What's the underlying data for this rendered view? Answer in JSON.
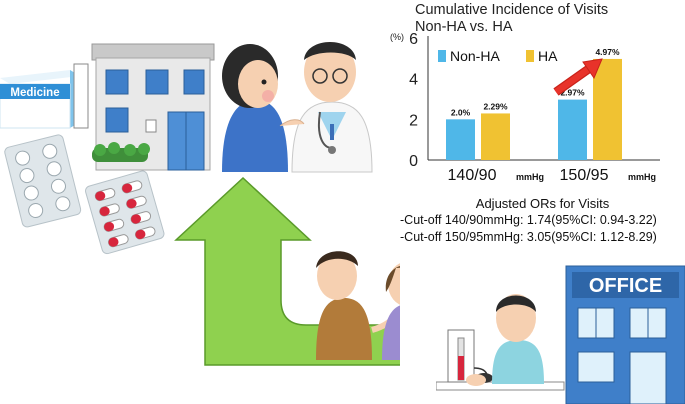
{
  "figure": {
    "medicine_box_label": "Medicine",
    "office_sign_label": "OFFICE",
    "colors": {
      "non_ha_bar": "#4fb7e8",
      "ha_bar": "#f0c232",
      "big_arrow": "#8fd14f",
      "red_arrow": "#e8332a"
    }
  },
  "chart_data": {
    "type": "bar",
    "title": "Cumulative Incidence of Visits",
    "subtitle": "Non-HA vs. HA",
    "y_unit_label": "(%)",
    "ylim": [
      0,
      6
    ],
    "yticks": [
      "0",
      "2",
      "4",
      "6"
    ],
    "legend_position": "top-left",
    "categories": [
      "140/90",
      "150/95"
    ],
    "category_units": [
      "mmHg",
      "mmHg"
    ],
    "series": [
      {
        "name": "Non-HA",
        "values": [
          2.0,
          2.97
        ],
        "labels": [
          "2.0%",
          "2.97%"
        ]
      },
      {
        "name": "HA",
        "values": [
          2.29,
          4.97
        ],
        "labels": [
          "2.29%",
          "4.97%"
        ]
      }
    ]
  },
  "ors": {
    "heading": "Adjusted ORs for Visits",
    "line1": "-Cut-off 140/90mmHg: 1.74(95%CI: 0.94-3.22)",
    "line2": "-Cut-off 150/95mmHg: 3.05(95%CI: 1.12-8.29)"
  }
}
